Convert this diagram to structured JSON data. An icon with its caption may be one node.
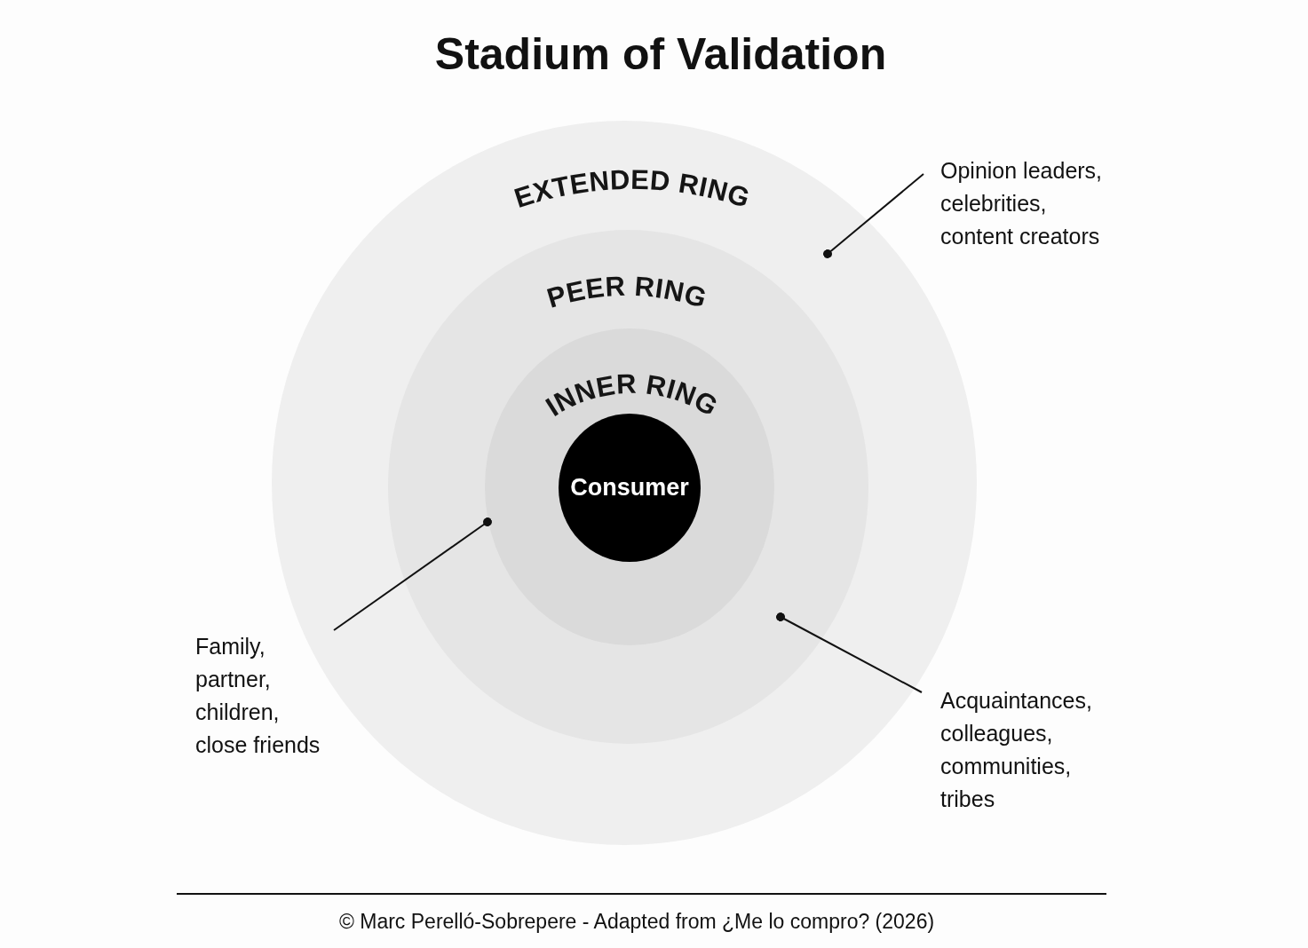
{
  "diagram": {
    "title": "Stadium of Validation",
    "caption": "© Marc Perelló-Sobrepere - Adapted from ¿Me lo compro? (2026)",
    "nodes": [
      {
        "text": [
          "EXTENDED RING"
        ]
      },
      {
        "text": [
          "PEER RING"
        ],
        "in": 0
      },
      {
        "text": [
          "INNER RING"
        ],
        "in": 1
      },
      {
        "text": [
          "Consumer"
        ],
        "in": 2
      },
      {
        "text": [
          "Opinion leaders, celebrities, content creators"
        ]
      },
      {
        "text": [
          "Family, partner, children, close friends"
        ]
      },
      {
        "text": [
          "Acquaintances, colleagues, communities, tribes"
        ]
      }
    ],
    "edges": [
      {
        "from": 4,
        "to": 0,
        "arrow": "other"
      },
      {
        "from": 5,
        "to": 2,
        "arrow": "other"
      },
      {
        "from": 6,
        "to": 1,
        "arrow": "other"
      }
    ]
  }
}
